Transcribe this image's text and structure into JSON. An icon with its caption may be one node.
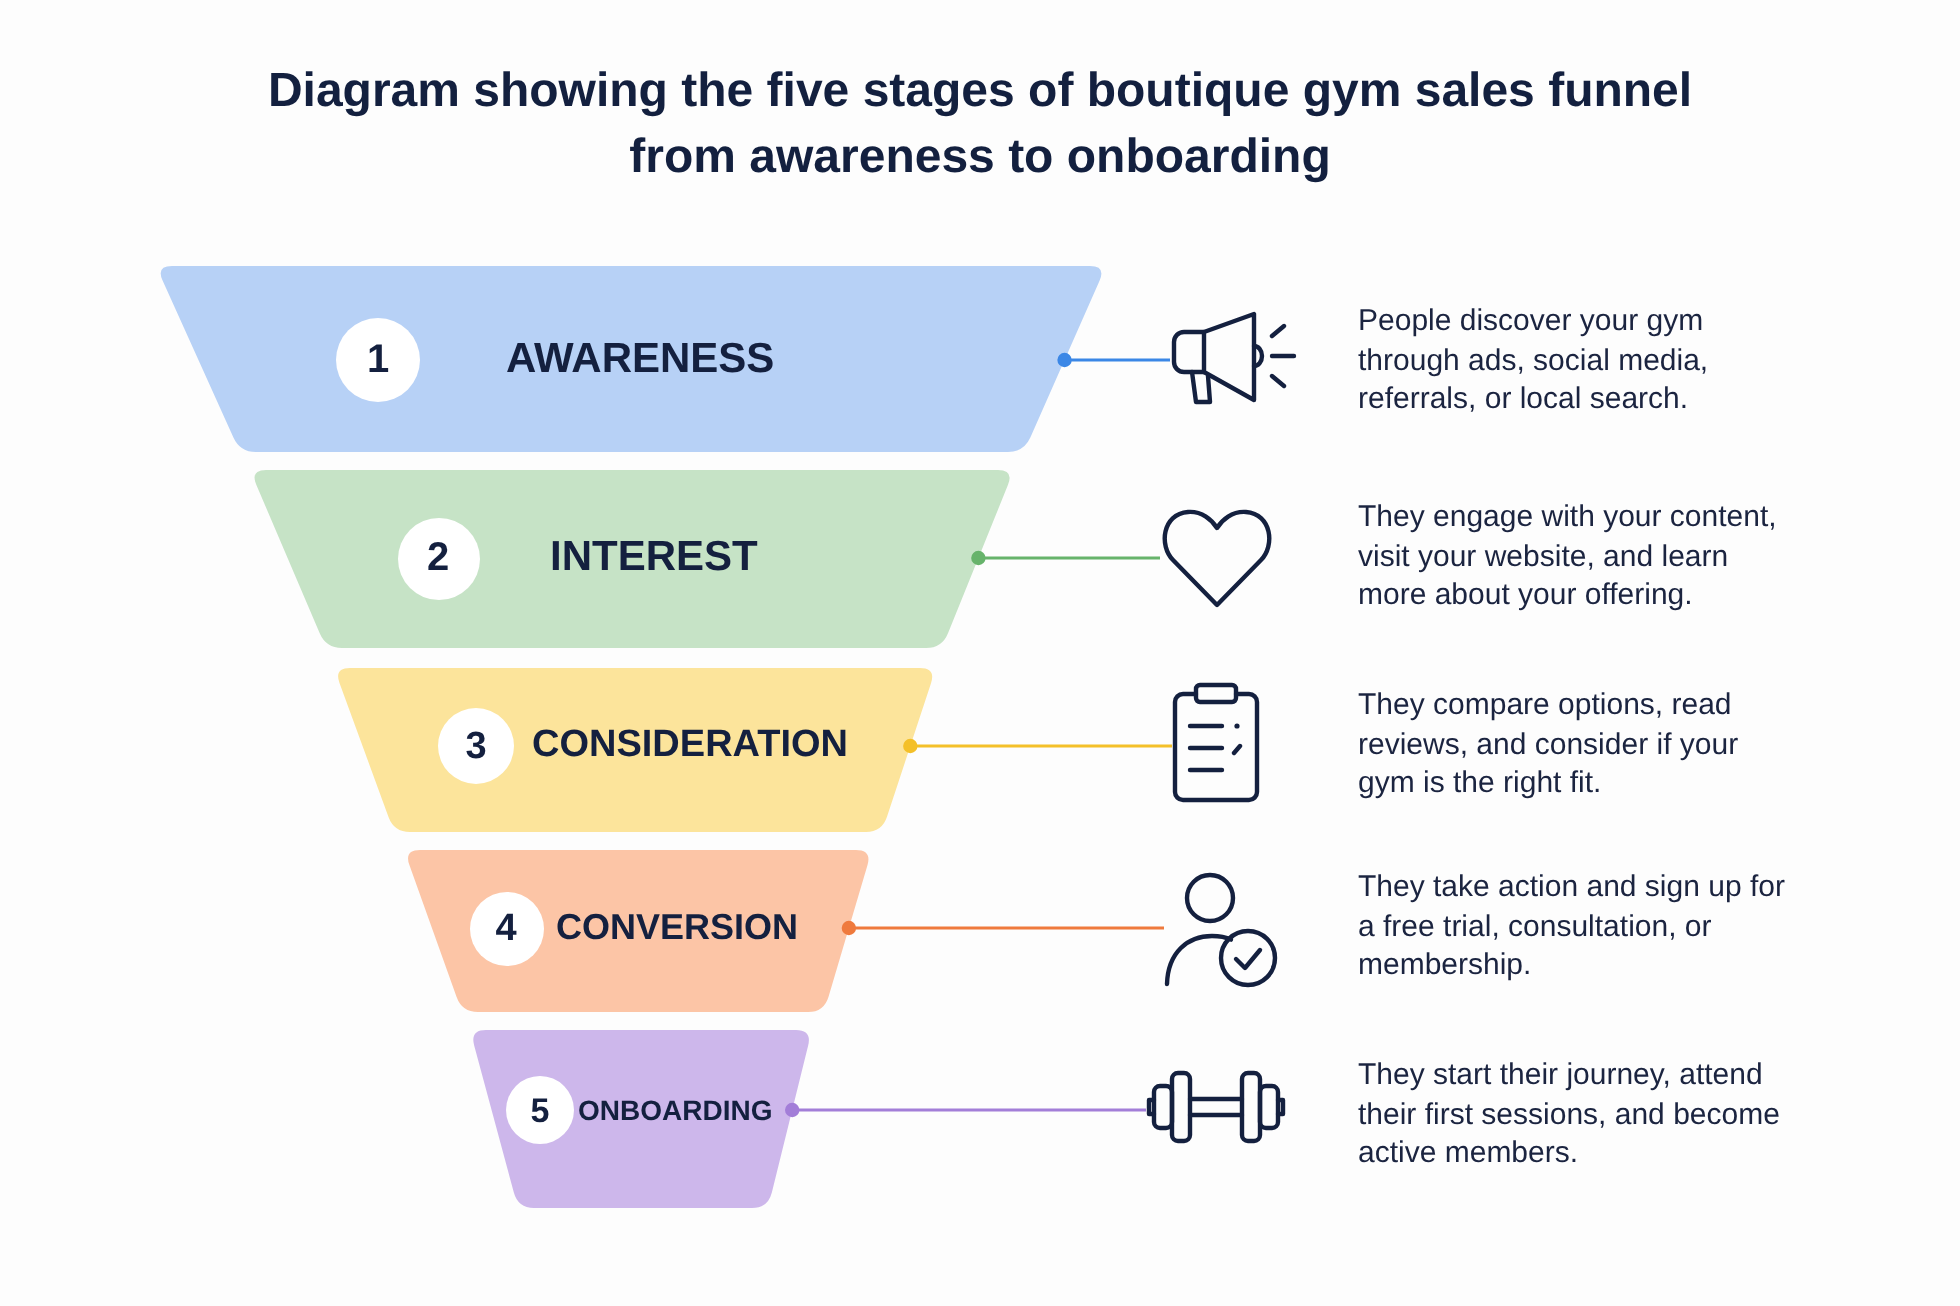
{
  "diagram": {
    "title": "Diagram showing the five stages of boutique gym sales funnel from awareness to onboarding",
    "nodes": [
      {
        "text": [
          "1",
          "AWARENESS"
        ]
      },
      {
        "text": [],
        "shape": "picture",
        "beside": [
          "People discover your gym through ads, social media, referrals, or local search."
        ]
      },
      {
        "text": [
          "2",
          "INTEREST"
        ]
      },
      {
        "text": [],
        "shape": "picture",
        "beside": [
          "They engage with your content, visit your website, and learn more about your offering."
        ]
      },
      {
        "text": [
          "3",
          "CONSIDERATION"
        ]
      },
      {
        "text": [],
        "shape": "picture",
        "beside": [
          "They compare options, read reviews, and consider if your gym is the right fit."
        ]
      },
      {
        "text": [
          "4",
          "CONVERSION"
        ]
      },
      {
        "text": [],
        "shape": "picture",
        "beside": [
          "They take action and sign up for a free trial, consultation, or membership."
        ]
      },
      {
        "text": [
          "5",
          "ONBOARDING"
        ]
      },
      {
        "text": [],
        "shape": "picture",
        "beside": [
          "They start their journey, attend their first sessions, and become active members."
        ]
      }
    ],
    "edges": [
      {
        "from": 0,
        "to": 1,
        "arrow": "other",
        "color": "#3b87e6"
      },
      {
        "from": 2,
        "to": 3,
        "arrow": "other",
        "color": "#67b36b"
      },
      {
        "from": 4,
        "to": 5,
        "arrow": "other",
        "color": "#f4c029"
      },
      {
        "from": 6,
        "to": 7,
        "arrow": "other",
        "color": "#ef7a3d"
      },
      {
        "from": 8,
        "to": 9,
        "arrow": "other",
        "color": "#a37ed8"
      }
    ]
  }
}
